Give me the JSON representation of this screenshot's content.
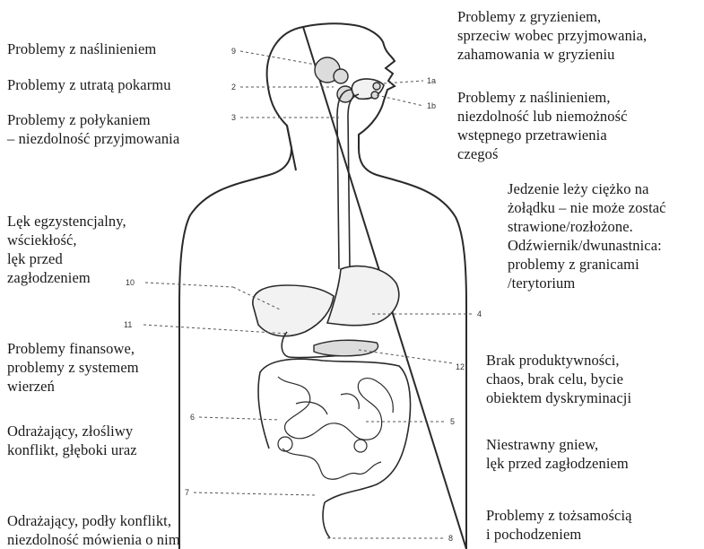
{
  "left_labels": [
    {
      "id": "l9",
      "lines": [
        "Problemy z naślinieniem"
      ]
    },
    {
      "id": "l2",
      "lines": [
        "Problemy z utratą pokarmu"
      ]
    },
    {
      "id": "l3",
      "lines": [
        "Problemy z połykaniem",
        "– niezdolność przyjmowania"
      ]
    },
    {
      "id": "l10",
      "lines": [
        "Lęk egzystencjalny,",
        "wściekłość,",
        "lęk przed",
        "zagłodzeniem"
      ]
    },
    {
      "id": "l11",
      "lines": [
        "Problemy finansowe,",
        "problemy z systemem",
        "wierzeń"
      ]
    },
    {
      "id": "l6",
      "lines": [
        "Odrażający, złośliwy",
        "konflikt, głęboki uraz"
      ]
    },
    {
      "id": "l7",
      "lines": [
        "Odrażający, podły konflikt,",
        "niezdolność mówienia o nim"
      ]
    }
  ],
  "right_labels": [
    {
      "id": "r1a",
      "lines": [
        "Problemy z gryzieniem,",
        "sprzeciw wobec przyjmowania,",
        "zahamowania w gryzieniu"
      ]
    },
    {
      "id": "r1b",
      "lines": [
        "Problemy z naślinieniem,",
        "niezdolność lub niemożność",
        "wstępnego przetrawienia",
        "czegoś"
      ]
    },
    {
      "id": "r4",
      "lines": [
        "Jedzenie leży ciężko na",
        "żołądku – nie może zostać",
        "strawione/rozłożone.",
        "Odźwiernik/dwunastnica:",
        "problemy z granicami",
        "/terytorium"
      ]
    },
    {
      "id": "r12",
      "lines": [
        "Brak produktywności,",
        "chaos, brak celu, bycie",
        "obiektem dyskryminacji"
      ]
    },
    {
      "id": "r5",
      "lines": [
        "Niestrawny gniew,",
        "lęk przed zagłodzeniem"
      ]
    },
    {
      "id": "r8",
      "lines": [
        "Problemy z tożsamością",
        "i pochodzeniem"
      ]
    }
  ],
  "numbers": {
    "n9": "9",
    "n2": "2",
    "n3": "3",
    "n1a": "1a",
    "n1b": "1b",
    "n10": "10",
    "n11": "11",
    "n4": "4",
    "n12": "12",
    "n6": "6",
    "n5": "5",
    "n7": "7",
    "n8": "8"
  }
}
